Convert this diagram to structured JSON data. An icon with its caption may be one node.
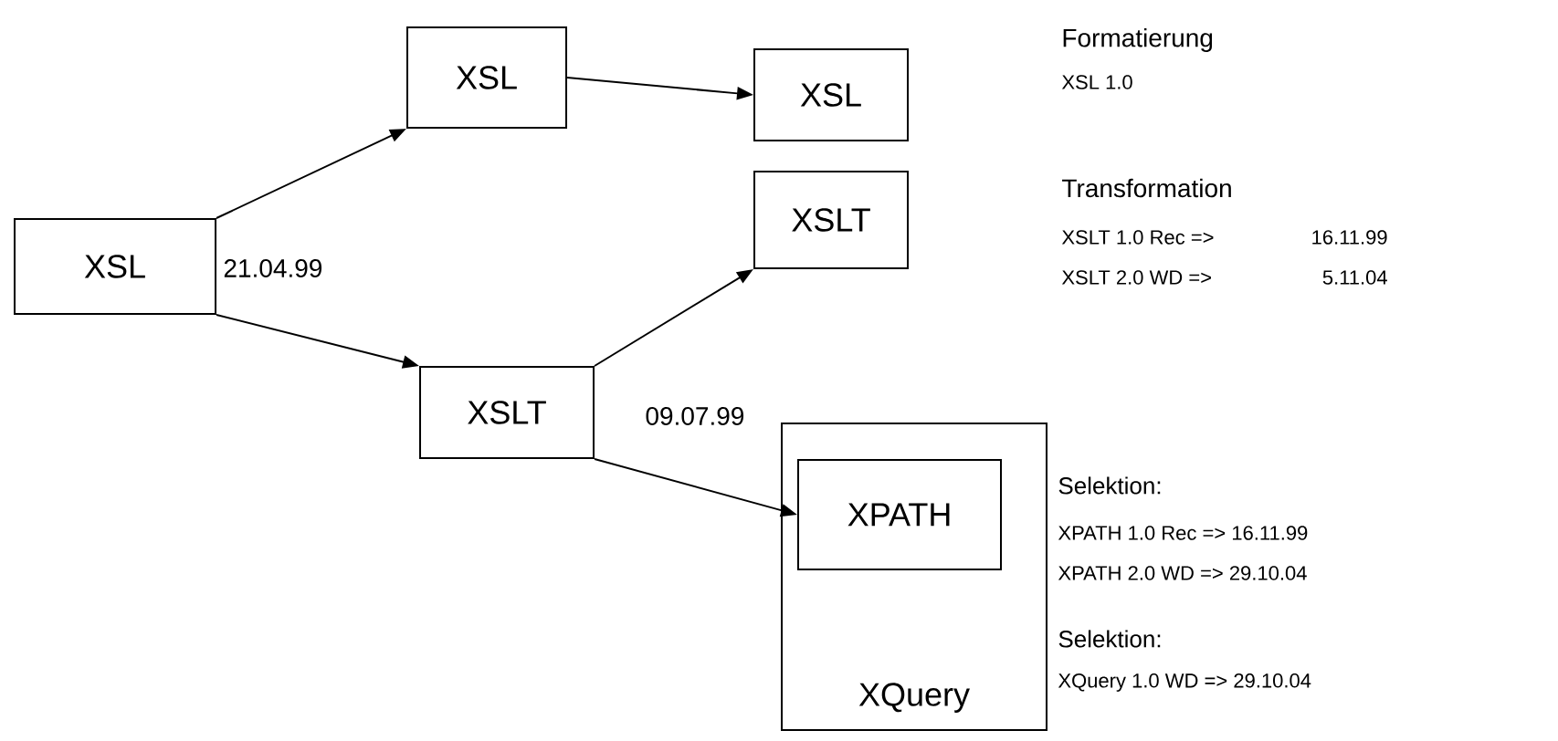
{
  "diagram": {
    "nodes": [
      {
        "text": [
          "XSL"
        ]
      },
      {
        "text": [
          "XSL"
        ]
      },
      {
        "text": [
          "XSL"
        ],
        "beside": [
          "Formatierung",
          "XSL 1.0"
        ]
      },
      {
        "text": [
          "XSLT"
        ],
        "beside": [
          "Transformation",
          "XSLT 1.0 Rec =>",
          "16.11.99",
          "XSLT 2.0 WD =>",
          "5.11.04"
        ]
      },
      {
        "text": [
          "XSLT"
        ]
      },
      {
        "text": [
          "XQuery"
        ],
        "beside": [
          "Selektion:",
          "XQuery 1.0 WD => 29.10.04"
        ]
      },
      {
        "text": [
          "XPATH"
        ],
        "in": 5,
        "beside": [
          "Selektion:",
          "XPATH 1.0 Rec => 16.11.99",
          "XPATH 2.0 WD => 29.10.04"
        ]
      }
    ],
    "edges": [
      {
        "from": 0,
        "to": 1,
        "arrow": "to"
      },
      {
        "from": 0,
        "to": 4,
        "arrow": "to"
      },
      {
        "from": 1,
        "to": 2,
        "arrow": "to"
      },
      {
        "from": 4,
        "to": 3,
        "arrow": "to"
      },
      {
        "from": 4,
        "to": 6,
        "arrow": "to"
      }
    ],
    "labels": [
      "21.04.99",
      "09.07.99"
    ]
  }
}
